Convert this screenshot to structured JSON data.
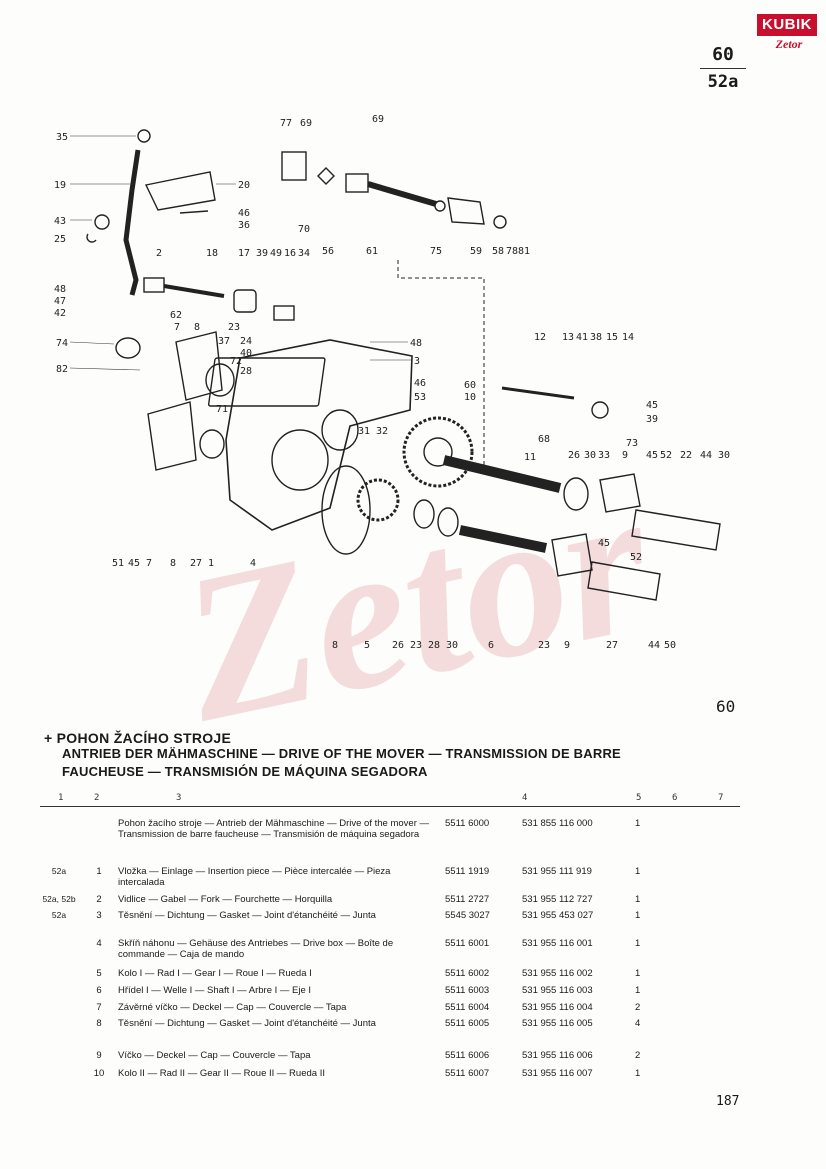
{
  "logo": {
    "brand": "KUBIK",
    "sub": "Zetor"
  },
  "page_ref": {
    "top": "60",
    "bottom": "52a"
  },
  "callouts": {
    "c35": "35",
    "c19": "19",
    "c43": "43",
    "c25": "25",
    "c20": "20",
    "c46a": "46",
    "c36": "36",
    "c77": "77",
    "c69a": "69",
    "c69b": "69",
    "c70": "70",
    "c56": "56",
    "c61": "61",
    "c75": "75",
    "c59": "59",
    "c58": "58",
    "c78": "78",
    "c81": "81",
    "c48a": "48",
    "c47": "47",
    "c42": "42",
    "c2": "2",
    "c18": "18",
    "c17": "17",
    "c39a": "39",
    "c49": "49",
    "c16": "16",
    "c34": "34",
    "c23a": "23",
    "c37": "37",
    "c24": "24",
    "c40": "40",
    "c72": "72",
    "c48b": "48",
    "c3": "3",
    "c74": "74",
    "c62": "62",
    "c7a": "7",
    "c8a": "8",
    "c82": "82",
    "c28a": "28",
    "c71": "71",
    "c46b": "46",
    "c53": "53",
    "c60": "60",
    "c10": "10",
    "c12": "12",
    "c13": "13",
    "c41": "41",
    "c38": "38",
    "c15": "15",
    "c14": "14",
    "c45a": "45",
    "c39b": "39",
    "c31": "31",
    "c32": "32",
    "c68": "68",
    "c73": "73",
    "c11": "11",
    "c26a": "26",
    "c30a": "30",
    "c33": "33",
    "c9a": "9",
    "c45b": "45",
    "c52a": "52",
    "c22": "22",
    "c44a": "44",
    "c30b": "30",
    "c45c": "45",
    "c52b": "52",
    "b51": "51",
    "b45": "45",
    "b7": "7",
    "b8": "8",
    "b27a": "27",
    "b1": "1",
    "b4": "4",
    "b8b": "8",
    "b5": "5",
    "b26": "26",
    "b23a": "23",
    "b28": "28",
    "b30": "30",
    "b6": "6",
    "b23b": "23",
    "b9": "9",
    "b27b": "27",
    "b44": "44",
    "b50": "50"
  },
  "watermark_text": "Zetor",
  "section": {
    "number": "60",
    "title_line1": "+ POHON ŽACÍHO STROJE",
    "title_line2": "ANTRIEB DER MÄHMASCHINE — DRIVE OF THE MOVER — TRANSMISSION DE BARRE",
    "title_line3": "FAUCHEUSE — TRANSMISIÓN DE MÁQUINA SEGADORA"
  },
  "table": {
    "headers": [
      "1",
      "2",
      "3",
      "4",
      "5",
      "6",
      "7"
    ],
    "rows": [
      {
        "ref": "",
        "pos": "",
        "desc": "Pohon žacího stroje — Antrieb der Mähmaschine — Drive of the mover — Transmission de barre faucheuse — Transmisión de máquina segadora",
        "code1": "5511 6000",
        "code2": "531 855 116 000",
        "qty": "1"
      },
      {
        "ref": "52a",
        "pos": "1",
        "desc": "Vložka — Einlage — Insertion piece — Pièce intercalée — Pieza intercalada",
        "code1": "5511 1919",
        "code2": "531 955 111 919",
        "qty": "1"
      },
      {
        "ref": "52a, 52b",
        "pos": "2",
        "desc": "Vidlice — Gabel — Fork — Fourchette — Horquilla",
        "code1": "5511 2727",
        "code2": "531 955 112 727",
        "qty": "1"
      },
      {
        "ref": "52a",
        "pos": "3",
        "desc": "Těsnění — Dichtung — Gasket — Joint d'étanchéité — Junta",
        "code1": "5545 3027",
        "code2": "531 955 453 027",
        "qty": "1"
      },
      {
        "ref": "",
        "pos": "4",
        "desc": "Skříň náhonu — Gehäuse des Antriebes — Drive box — Boîte de commande — Caja de mando",
        "code1": "5511 6001",
        "code2": "531 955 116 001",
        "qty": "1"
      },
      {
        "ref": "",
        "pos": "5",
        "desc": "Kolo I — Rad I — Gear I — Roue I — Rueda I",
        "code1": "5511 6002",
        "code2": "531 955 116 002",
        "qty": "1"
      },
      {
        "ref": "",
        "pos": "6",
        "desc": "Hřídel I — Welle I — Shaft I — Arbre I — Eje I",
        "code1": "5511 6003",
        "code2": "531 955 116 003",
        "qty": "1"
      },
      {
        "ref": "",
        "pos": "7",
        "desc": "Závěrné víčko — Deckel — Cap — Couvercle — Tapa",
        "code1": "5511 6004",
        "code2": "531 955 116 004",
        "qty": "2"
      },
      {
        "ref": "",
        "pos": "8",
        "desc": "Těsnění — Dichtung — Gasket — Joint d'étanchéité — Junta",
        "code1": "5511 6005",
        "code2": "531 955 116 005",
        "qty": "4"
      },
      {
        "ref": "",
        "pos": "9",
        "desc": "Víčko — Deckel — Cap — Couvercle — Tapa",
        "code1": "5511 6006",
        "code2": "531 955 116 006",
        "qty": "2"
      },
      {
        "ref": "",
        "pos": "10",
        "desc": "Kolo II — Rad II — Gear II — Roue II — Rueda II",
        "code1": "5511 6007",
        "code2": "531 955 116 007",
        "qty": "1"
      }
    ]
  },
  "page_number": "187"
}
